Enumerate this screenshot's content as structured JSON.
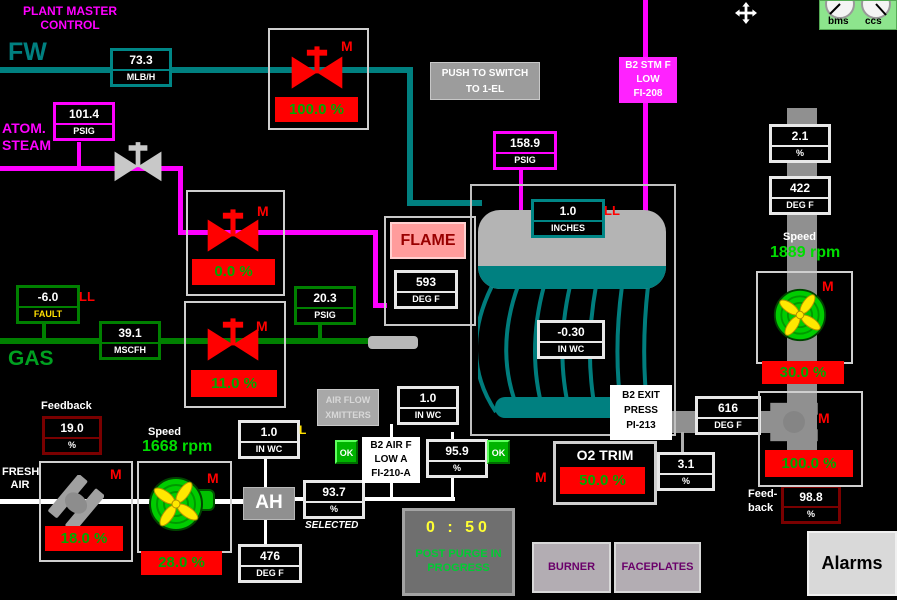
{
  "labels": {
    "plant_master_1": "PLANT MASTER",
    "plant_master_2": "CONTROL",
    "fw": "FW",
    "atom_steam_1": "ATOM.",
    "atom_steam_2": "STEAM",
    "gas": "GAS",
    "fresh_air_1": "FRESH",
    "fresh_air_2": "AIR",
    "feedback": "Feedback",
    "feedback_right_1": "Feed-",
    "feedback_right_2": "back",
    "speed": "Speed",
    "fd_fan_speed": "1668 rpm",
    "id_fan_speed": "1889 rpm",
    "selected": "SELECTED",
    "ah": "AH",
    "flame": "FLAME",
    "ll": "LL",
    "l": "L"
  },
  "meters": {
    "fw_flow": {
      "value": "73.3",
      "unit": "MLB/H"
    },
    "atom_press": {
      "value": "101.4",
      "unit": "PSIG"
    },
    "stm_press": {
      "value": "158.9",
      "unit": "PSIG"
    },
    "drum_level": {
      "value": "1.0",
      "unit": "INCHES",
      "alarm": "LL"
    },
    "gas_dev": {
      "value": "-6.0",
      "unit": "FAULT",
      "alarm": "LL"
    },
    "gas_flow": {
      "value": "39.1",
      "unit": "MSCFH"
    },
    "gas_press": {
      "value": "20.3",
      "unit": "PSIG"
    },
    "windbox_temp": {
      "value": "593",
      "unit": "DEG F"
    },
    "furn_press": {
      "value": "-0.30",
      "unit": "IN WC"
    },
    "wb_press_l": {
      "value": "1.0",
      "unit": "IN WC",
      "flag": "L"
    },
    "wb_press_r": {
      "value": "1.0",
      "unit": "IN WC"
    },
    "air_flow_a": {
      "value": "95.9",
      "unit": "%"
    },
    "air_flow_sel": {
      "value": "93.7",
      "unit": "%"
    },
    "ah_out_temp": {
      "value": "476",
      "unit": "DEG F"
    },
    "exit_temp": {
      "value": "616",
      "unit": "DEG F"
    },
    "o2_pct": {
      "value": "3.1",
      "unit": "%"
    },
    "stack_pct": {
      "value": "2.1",
      "unit": "%"
    },
    "stack_temp": {
      "value": "422",
      "unit": "DEG F"
    },
    "fa_feedback": {
      "value": "19.0",
      "unit": "%"
    },
    "id_feedback": {
      "value": "98.8",
      "unit": "%"
    }
  },
  "valves": {
    "fw": {
      "pct": "100.0 %",
      "mode": "M"
    },
    "atom": {
      "pct": "0.0 %",
      "mode": "M"
    },
    "gas": {
      "pct": "11.0 %",
      "mode": "M"
    },
    "fa_damper": {
      "pct": "18.0 %",
      "mode": "M"
    },
    "fd_fan": {
      "pct": "28.0 %",
      "mode": "M"
    },
    "id_fan": {
      "pct": "30.0 %",
      "mode": "M"
    },
    "out_damper": {
      "pct": "100.0 %",
      "mode": "M"
    },
    "o2_trim": {
      "label": "O2 TRIM",
      "pct": "50.0 %",
      "mode": "M"
    }
  },
  "buttons": {
    "push_to_switch_1": "PUSH TO SWITCH",
    "push_to_switch_2": "TO 1-EL",
    "air_flow_1": "AIR FLOW",
    "air_flow_2": "XMITTERS",
    "ok": "OK",
    "burner": "BURNER",
    "faceplates": "FACEPLATES",
    "alarms": "Alarms",
    "bms": "bms",
    "ccs": "ccs"
  },
  "tags": {
    "b2_stm": [
      "B2 STM F",
      "LOW",
      "FI-208"
    ],
    "b2_air": [
      "B2 AIR F",
      "LOW A",
      "FI-210-A"
    ],
    "b2_exit": [
      "B2 EXIT",
      "PRESS",
      "PI-213"
    ]
  },
  "purge": {
    "timer": "0 : 50",
    "msg_1": "POST PURGE IN",
    "msg_2": "PROGRESS"
  },
  "colors": {
    "pipe_steam": "#008080",
    "pipe_atom": "#ff00ff",
    "pipe_gas": "#008000",
    "alarm_red": "#ff0000",
    "pct_green": "#00a800",
    "speed_green": "#00dd00",
    "timer_yellow": "#ffff33",
    "purge_green": "#00cc33",
    "button_purple": "#6a006a"
  }
}
